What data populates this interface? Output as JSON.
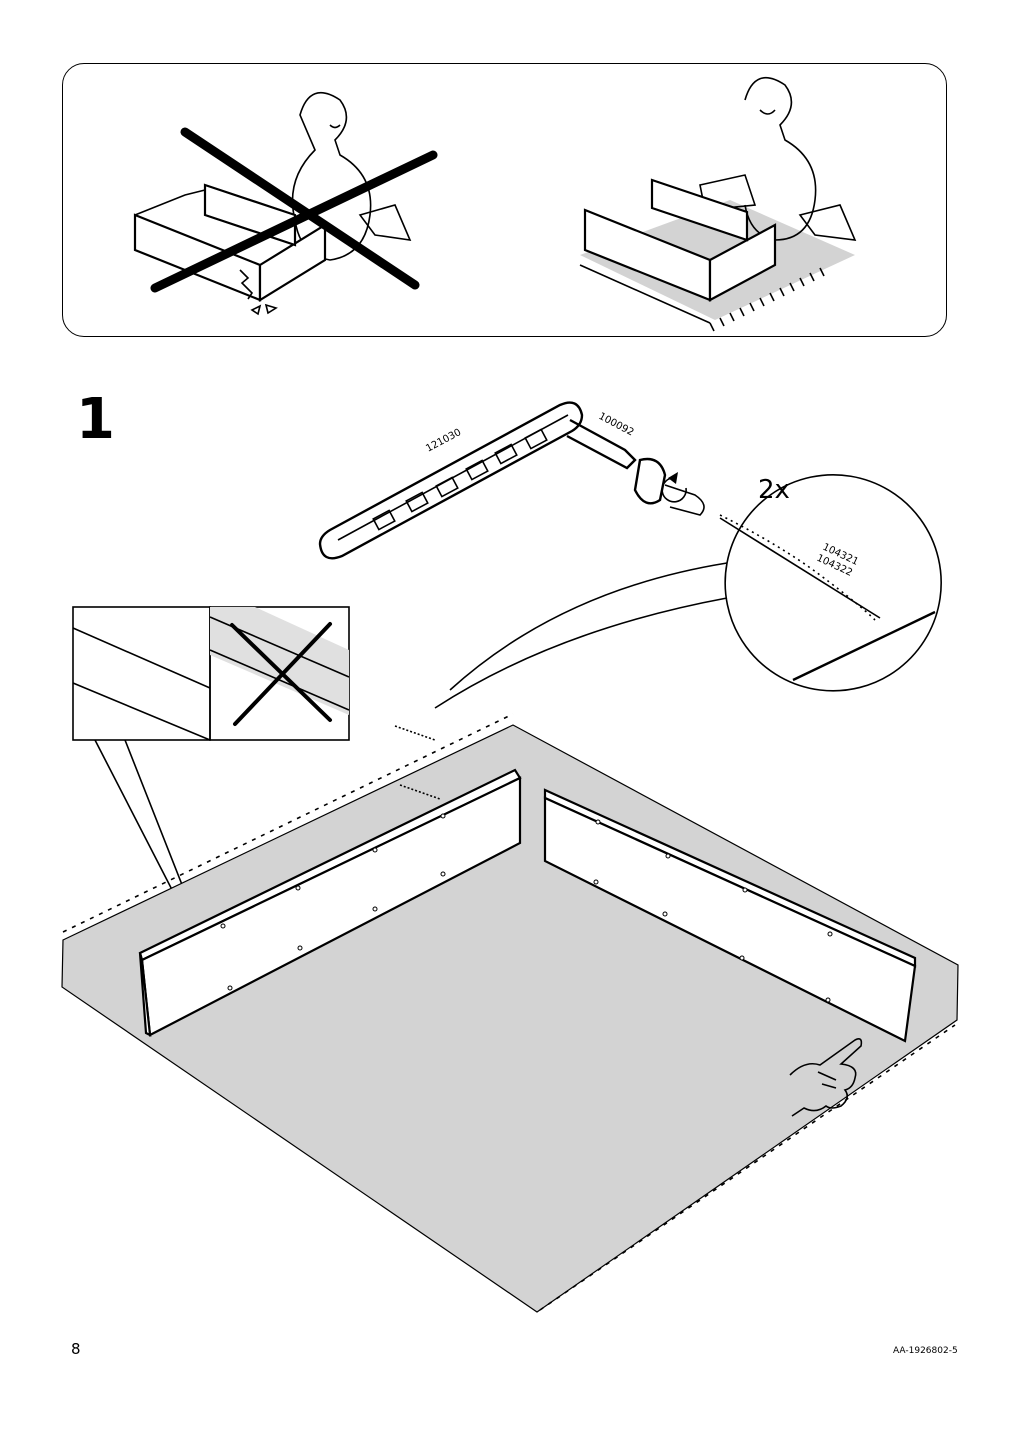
{
  "page": {
    "step_number": "1",
    "page_number": "8",
    "doc_code": "AA-1926802-5"
  },
  "parts": {
    "tool_label": "121030",
    "key_label": "100092",
    "dowel_label_1": "104321",
    "dowel_label_2": "104322",
    "quantity": "2x"
  },
  "icons": {
    "warning": "person-broken-furniture-icon",
    "ok": "person-on-rug-icon",
    "hand": "pointing-hand-icon"
  },
  "colors": {
    "rug": "#d3d3d3",
    "stroke": "#000000",
    "background": "#ffffff"
  }
}
